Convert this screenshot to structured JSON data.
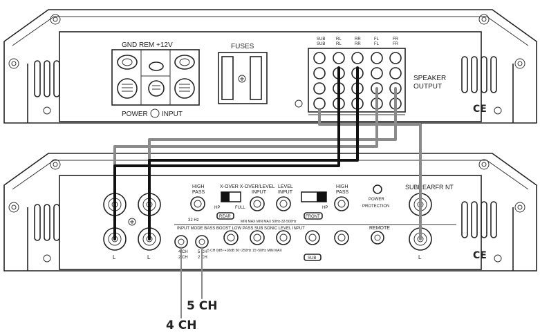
{
  "top_amp": {
    "power_label_top": "GND REM +12V",
    "power_label_bottom": "POWER",
    "power_label_input": "INPUT",
    "fuses_label": "FUSES",
    "speaker_output_line1": "SPEAKER",
    "speaker_output_line2": "OUTPUT",
    "channel_tags": [
      "SUB",
      "RL",
      "RR",
      "FL",
      "FR"
    ],
    "channel_tags_sub": [
      "SUB",
      "RL",
      "RR",
      "FL",
      "FR"
    ],
    "ce_mark": "CE"
  },
  "bottom_amp": {
    "hi_pass_left": "HIGH\nPASS",
    "xover_label": "X-OVER X-OVER/LEVEL",
    "input_label": "INPUT",
    "level_input": "LEVEL\nINPUT",
    "hi_pass_right": "HIGH\nPASS",
    "sub_rear_front": "SUBREARFR NT",
    "power_label": "POWER",
    "protection_label": "PROTECTION",
    "rear_tag": "REAR",
    "front_tag": "FRONT",
    "full_label": "FULL",
    "hp_label_1": "HP",
    "hp_label_2": "HP",
    "hz_label": "32 Hz",
    "min_max_strip": "MIN MAX MIN MAX 50Hz-32-500Hz",
    "input_mode_strip": "INPUT MODE  BASS BOOST  LOW PASS SUB SONIC LEVEL INPUT",
    "freq_strip": "5 CH 0dB~+18dB  50~250Hz  15~50Hz  MIN MAX",
    "sub_tag": "SUB",
    "remote_label": "REMOTE",
    "mode_4ch": "4 CH",
    "mode_2ch": "2 CH",
    "mode_5ch": "5 CH",
    "mode_2ch_b": "2 CH",
    "rca_letters": [
      "L",
      "L",
      "L"
    ],
    "ce_mark": "CE"
  },
  "callouts": {
    "five_ch": "5 CH",
    "four_ch": "4 CH"
  },
  "colors": {
    "cable_black": "#111111",
    "cable_grey": "#8a8a8a",
    "line": "#222222"
  }
}
